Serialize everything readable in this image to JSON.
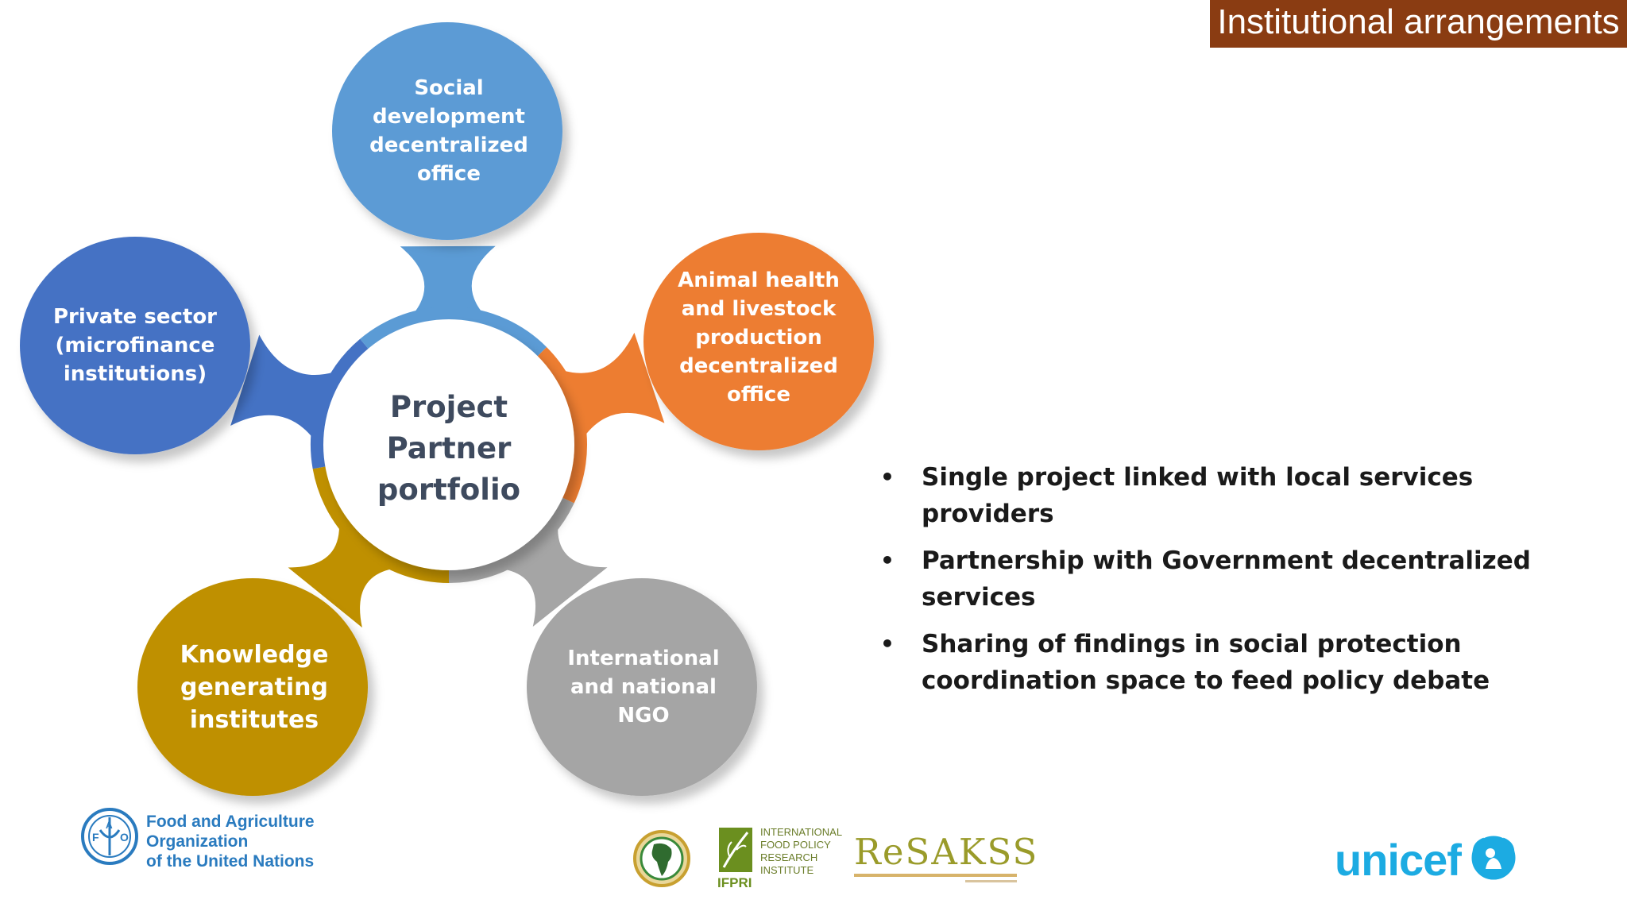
{
  "header": {
    "title": "Institutional arrangements"
  },
  "diagram": {
    "center": "Project\nPartner\nportfolio",
    "nodes": [
      {
        "id": "social",
        "label": "Social\ndevelopment\ndecentralized\noffice",
        "color": "#5b9bd5"
      },
      {
        "id": "animal",
        "label": "Animal health\nand livestock\nproduction\ndecentralized\noffice",
        "color": "#ed7d31"
      },
      {
        "id": "ngo",
        "label": "International\nand national\nNGO",
        "color": "#a5a5a5"
      },
      {
        "id": "knowledge",
        "label": "Knowledge\ngenerating\ninstitutes",
        "color": "#bf9000"
      },
      {
        "id": "private",
        "label": "Private sector\n(microfinance\ninstitutions)",
        "color": "#4472c4"
      }
    ]
  },
  "bullets": [
    "Single project linked with local services providers",
    "Partnership with Government decentralized services",
    "Sharing of findings in social protection coordination space to feed policy debate"
  ],
  "logos": {
    "fao": {
      "name": "Food and Agriculture Organization\nof the United Nations",
      "color": "#2a7bbf"
    },
    "au": {
      "color": "#c8a030"
    },
    "ifpri": {
      "name": "INTERNATIONAL\nFOOD POLICY\nRESEARCH\nINSTITUTE",
      "abbr": "IFPRI",
      "color": "#6b8f1f"
    },
    "resakss": {
      "name": "ReSAKSS",
      "color": "#9a9b2a"
    },
    "unicef": {
      "name": "unicef",
      "color": "#1cabe2"
    }
  }
}
